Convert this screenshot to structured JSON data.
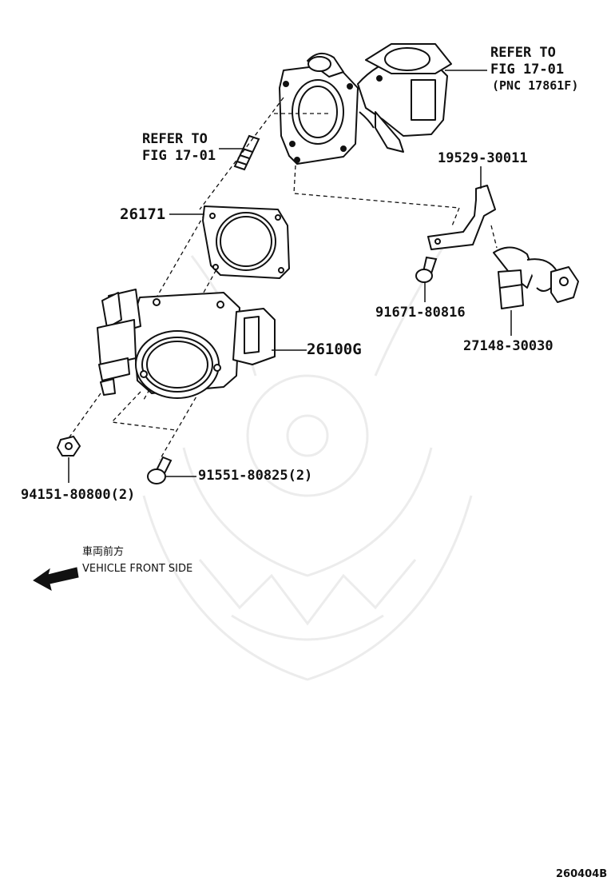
{
  "labels": {
    "refer_top_line1": "REFER TO",
    "refer_top_line2": "FIG 17-01",
    "refer_top_line3": "(PNC 17861F)",
    "refer_left_line1": "REFER TO",
    "refer_left_line2": "FIG 17-01",
    "gasket": "26171",
    "bracket": "19529-30011",
    "bolt_bracket": "91671-80816",
    "sensor": "27148-30030",
    "throttle_body": "26100G",
    "nut": "94151-80800(2)",
    "bolt_stud": "91551-80825(2)"
  },
  "direction": {
    "japanese": "車両前方",
    "english": "VEHICLE FRONT SIDE"
  },
  "footer": {
    "code": "260404B"
  }
}
